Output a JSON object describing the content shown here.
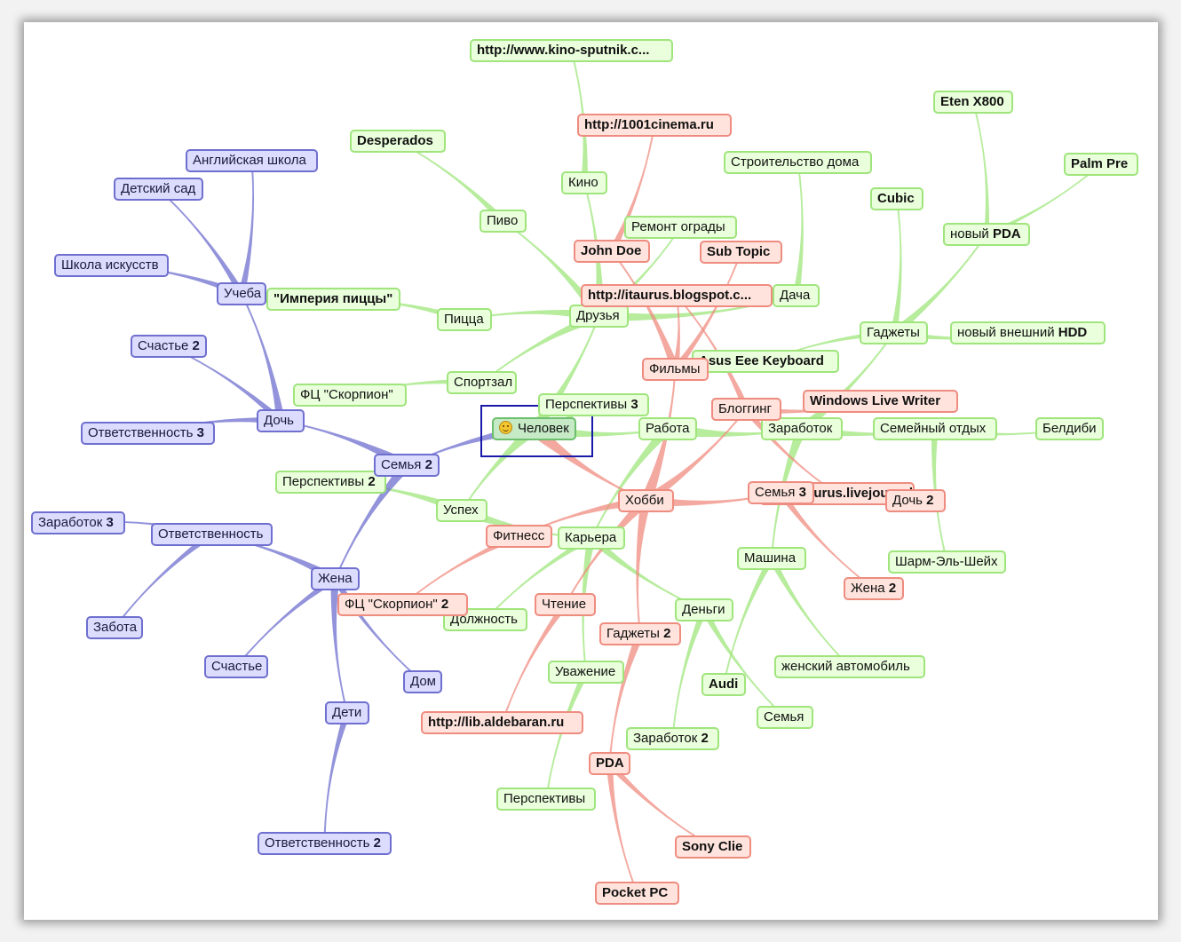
{
  "colors": {
    "green": "#9fe57c",
    "red": "#ef8c80",
    "purple": "#6f6fcf",
    "root": "#6cbf6c"
  },
  "root": {
    "label": "Человек",
    "icon": "smiley-icon"
  },
  "nodes": {
    "kino_sputnik": "http://www.kino-sputnik.c...",
    "cinema1001": "http://1001cinema.ru",
    "desperados": "Desperados",
    "eten": "Eten X800",
    "palm": "Palm Pre",
    "stroitelstvo": "Строительство дома",
    "cubic": "Cubic",
    "kino": "Кино",
    "pivo": "Пиво",
    "remont": "Ремонт ограды",
    "newpda": "новый",
    "newpda_b": "PDA",
    "johndoe": "John Doe",
    "subtopic": "Sub Topic",
    "itaurus": "http://itaurus.blogspot.c...",
    "dacha": "Дача",
    "imperiya": "\"Империя пиццы\"",
    "pizza": "Пицца",
    "druzya": "Друзья",
    "gadzhety_g": "Гаджеты",
    "hdd": "новый внешний",
    "hdd_b": "HDD",
    "asus": "Asus Eee Keyboard",
    "filmy": "Фильмы",
    "sportzal": "Спортзал",
    "fc_g": "ФЦ \"Скорпион\"",
    "perspektivy3": "Перспективы",
    "perspektivy3_n": "3",
    "wlw": "Windows Live Writer",
    "blogging": "Блоггинг",
    "rabota": "Работа",
    "zarabotok_g": "Заработок",
    "semotdyh": "Семейный отдых",
    "beldibi": "Белдиби",
    "livejournal": "rocketaurus.livejournal",
    "semya3": "Семья",
    "semya3_n": "3",
    "doch2": "Дочь",
    "doch2_n": "2",
    "hobbi": "Хобби",
    "uspeh": "Успех",
    "perspektivy2": "Перспективы",
    "perspektivy2_n": "2",
    "fitness": "Фитнесс",
    "kariera": "Карьера",
    "sharm": "Шарм-Эль-Шейх",
    "mashina": "Машина",
    "zhena2": "Жена",
    "zhena2_n": "2",
    "fc2": "ФЦ \"Скорпион\"",
    "fc2_n": "2",
    "dolzhnost": "Должность",
    "chtenie": "Чтение",
    "dengi": "Деньги",
    "gadzhety2": "Гаджеты",
    "gadzhety2_n": "2",
    "zhenauto": "женский автомобиль",
    "uvazhenie": "Уважение",
    "audi": "Audi",
    "semya_g": "Семья",
    "aldebaran": "http://lib.aldebaran.ru",
    "zarabotok2": "Заработок",
    "zarabotok2_n": "2",
    "pda": "PDA",
    "perspektivy_g": "Перспективы",
    "sony": "Sony Clie",
    "pocket": "Pocket PC",
    "angl": "Английская школа",
    "detsad": "Детский сад",
    "shkola": "Школа искусств",
    "ucheba": "Учеба",
    "schastie2": "Счастье",
    "schastie2_n": "2",
    "doch": "Дочь",
    "otvet3": "Ответственность",
    "otvet3_n": "3",
    "semya2": "Семья",
    "semya2_n": "2",
    "zarabotok3": "Заработок",
    "zarabotok3_n": "3",
    "otvet": "Ответственность",
    "zhena": "Жена",
    "zabota": "Забота",
    "schastie": "Счастье",
    "dom": "Дом",
    "deti": "Дети",
    "otvet2": "Ответственность",
    "otvet2_n": "2"
  }
}
